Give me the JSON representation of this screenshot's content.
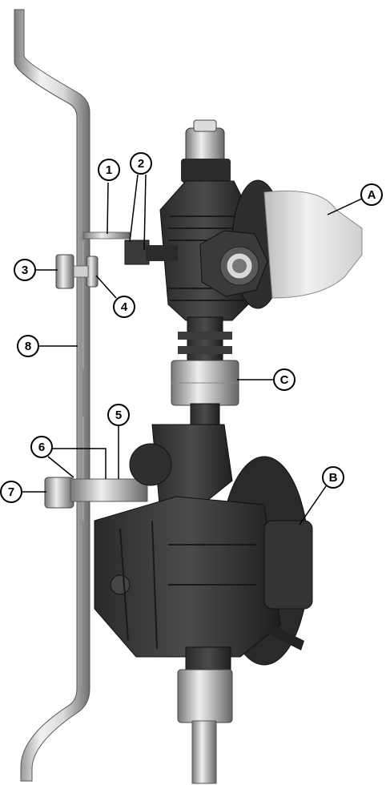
{
  "callouts": {
    "c1": "1",
    "c2": "2",
    "c3": "3",
    "c4": "4",
    "c5": "5",
    "c6": "6",
    "c7": "7",
    "c8": "8",
    "cA": "A",
    "cB": "B",
    "cC": "C"
  },
  "colors": {
    "background": "#ffffff",
    "bracket_light": "#e9e9e9",
    "bracket_dark": "#8a8a8a",
    "body_dark": "#3a3a3a",
    "body_darker": "#222222",
    "cap_light": "#e4e4e4",
    "fitting_metal": "#cfcfcf",
    "callout_line": "#000000"
  }
}
